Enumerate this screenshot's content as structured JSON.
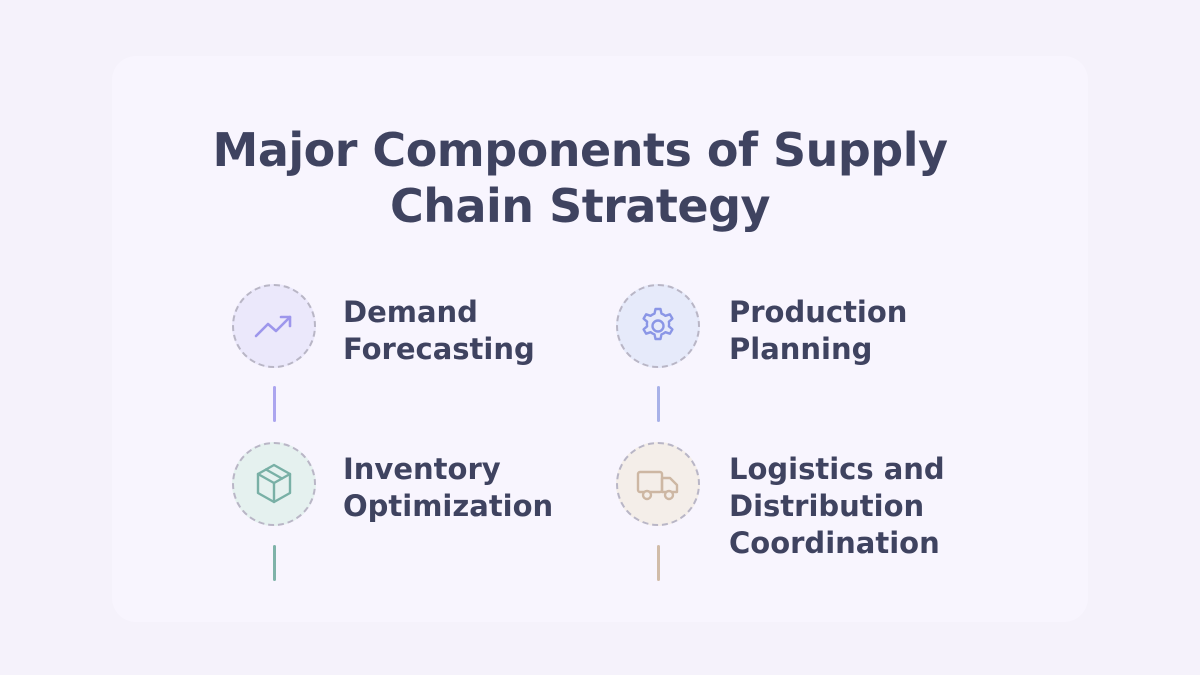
{
  "title": "Major Components of Supply\nChain Strategy",
  "components": [
    {
      "label": "Demand\nForecasting",
      "icon": "trend-up-icon",
      "accent": "#9d96ec",
      "circle_fill": "#ebe8fb",
      "connector_color": "#aca5ef"
    },
    {
      "label": "Production\nPlanning",
      "icon": "gear-icon",
      "accent": "#8a96e6",
      "circle_fill": "#e6eafa",
      "connector_color": "#a8b1e8"
    },
    {
      "label": "Inventory\nOptimization",
      "icon": "box-icon",
      "accent": "#79b0a6",
      "circle_fill": "#e5f1ef",
      "connector_color": "#7fb3a9"
    },
    {
      "label": "Logistics and\nDistribution\nCoordination",
      "icon": "truck-icon",
      "accent": "#cdb7a3",
      "circle_fill": "#f4eee9",
      "connector_color": "#d1bca9"
    }
  ]
}
